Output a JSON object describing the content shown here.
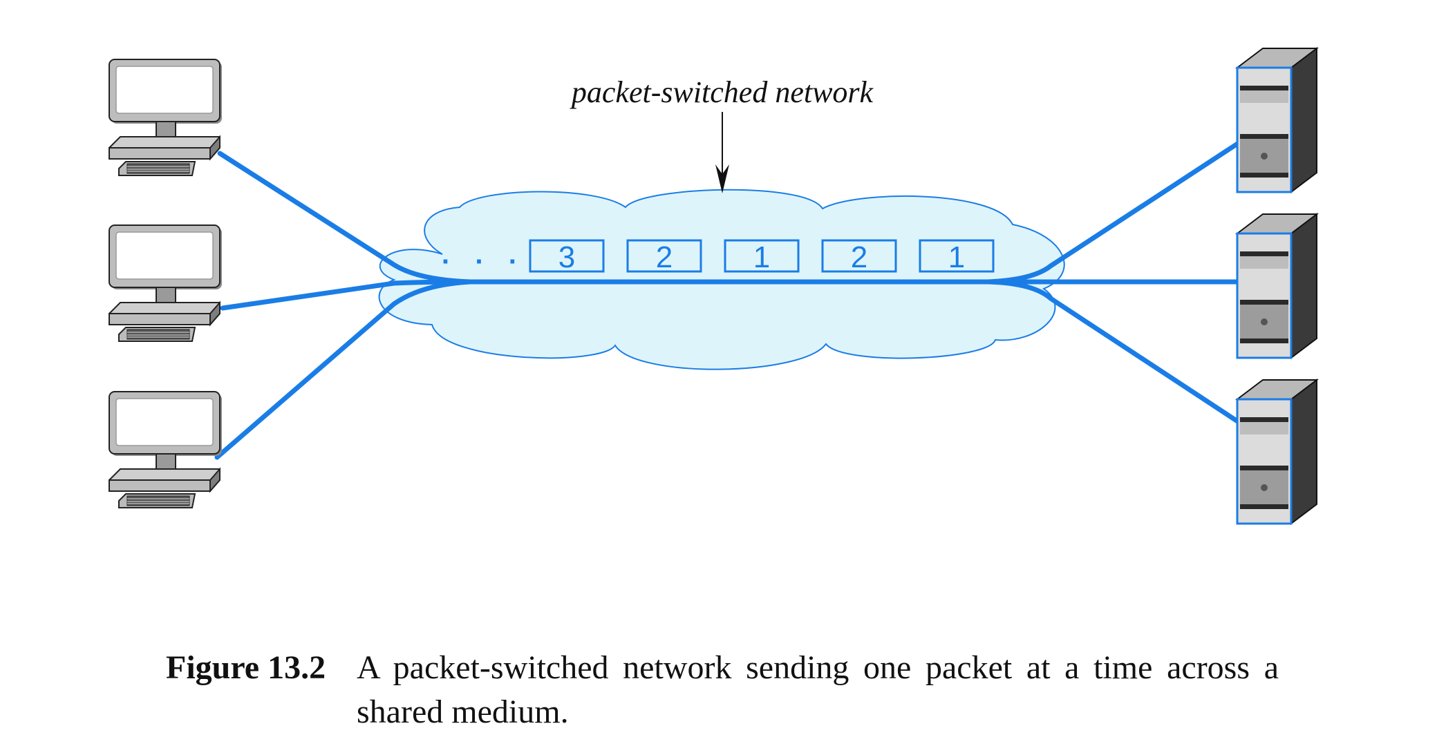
{
  "network": {
    "label": "packet-switched network",
    "ellipsis": "· · ·",
    "packets": [
      "3",
      "2",
      "1",
      "2",
      "1"
    ]
  },
  "colors": {
    "link": "#1a7de6",
    "cloud_fill": "#def4fb",
    "cloud_stroke": "#1a7de6"
  },
  "caption": {
    "label": "Figure 13.2",
    "text": "A packet-switched network sending one packet at a time across a shared medium."
  }
}
